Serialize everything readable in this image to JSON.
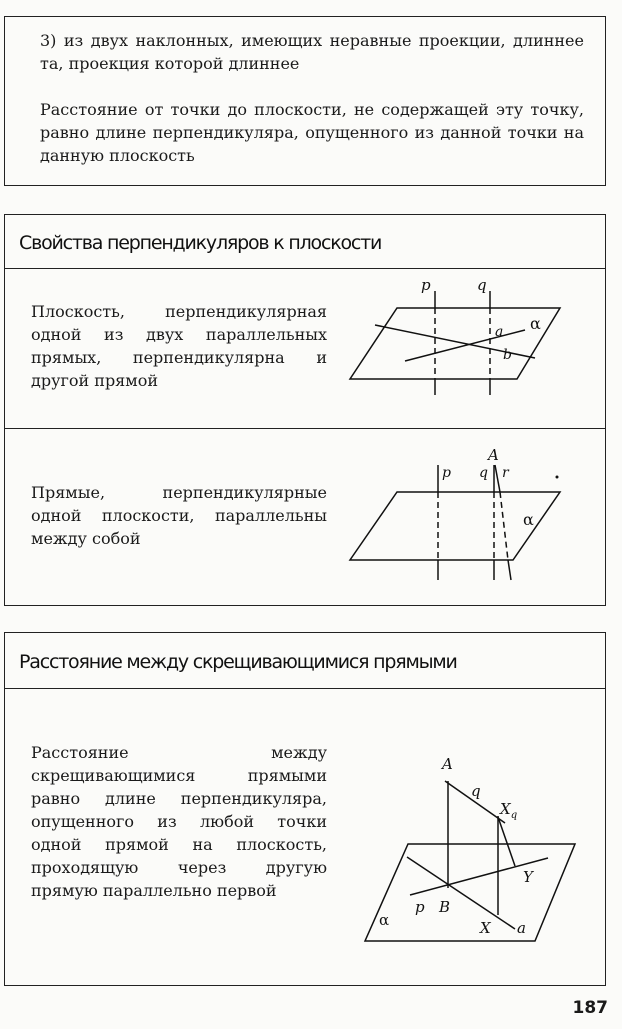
{
  "box1": {
    "item3": "3) из двух наклонных, имеющих неравные проекции, длиннее та, проекция которой длиннее",
    "definition": "Расстояние от точки до плоскости, не содержащей эту точку, равно длине перпендикуляра, опущенного из данной точки на данную плоскость"
  },
  "box2": {
    "title": "Свойства перпендикуляров к плоскости",
    "property1": "Плоскость, перпендикулярная одной из двух параллельных прямых, перпендикулярна и другой прямой",
    "property2": "Прямые, перпендикулярные одной плоскости, параллельны между собой",
    "fig1": {
      "p": "p",
      "q": "q",
      "a": "a",
      "b": "b",
      "alpha": "α"
    },
    "fig2": {
      "A": "A",
      "p": "p",
      "q": "q",
      "r": "r",
      "alpha": "α"
    }
  },
  "box3": {
    "title": "Расстояние между скрещивающимися прямыми",
    "text": "Расстояние между скрещивающимися прямыми равно длине перпендикуляра, опущенного из любой точки одной прямой на плоскость, проходящую через другую прямую параллельно первой",
    "fig": {
      "A": "A",
      "q": "q",
      "Xq": "X",
      "Xq_sub": "q",
      "Y": "Y",
      "alpha": "α",
      "p": "p",
      "B": "B",
      "X": "X",
      "a": "a"
    }
  },
  "page_number": "187"
}
